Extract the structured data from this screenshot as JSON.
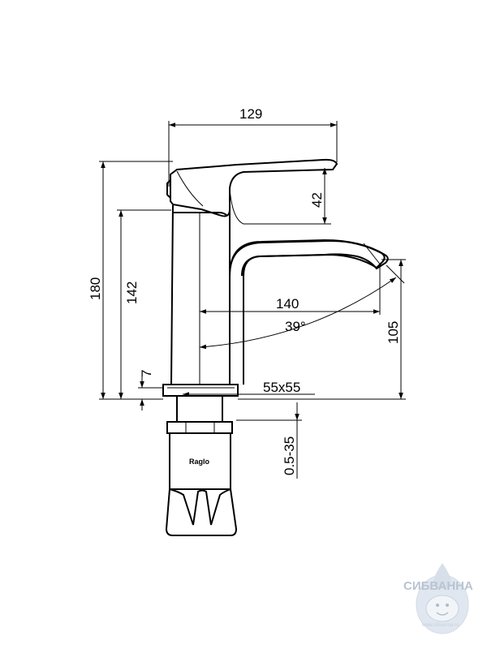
{
  "dimensions": {
    "top_width": "129",
    "handle_height": "42",
    "total_height": "180",
    "body_height": "142",
    "spout_reach": "140",
    "spout_angle": "39°",
    "spout_height": "105",
    "base_plate_thickness": "7",
    "base_plate_size": "55x55",
    "countertop_range": "0.5-35"
  },
  "product": {
    "brand_label": "Raglo"
  },
  "watermark": {
    "name": "СИБВАННА",
    "url": "www.sibvanna.ru"
  },
  "colors": {
    "line": "#000000",
    "watermark": "#7f95ad",
    "background": "#ffffff"
  }
}
